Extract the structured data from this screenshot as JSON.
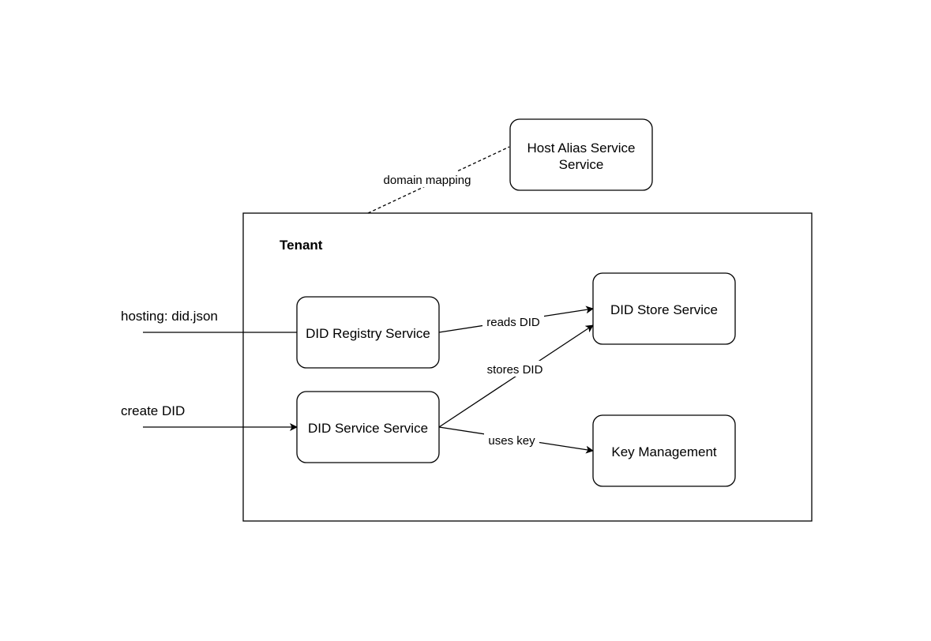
{
  "diagram": {
    "group": {
      "label": "Tenant"
    },
    "nodes": {
      "host_alias": {
        "line1": "Host Alias Service",
        "line2": "Service"
      },
      "did_registry": {
        "label": "DID Registry Service"
      },
      "did_service": {
        "label": "DID Service Service"
      },
      "did_store": {
        "label": "DID Store Service"
      },
      "key_management": {
        "label": "Key Management"
      }
    },
    "edges": {
      "domain_mapping": "domain mapping",
      "reads_did": "reads DID",
      "stores_did": "stores DID",
      "uses_key": "uses key"
    },
    "external_inputs": {
      "hosting": "hosting: did.json",
      "create_did": "create DID"
    }
  }
}
